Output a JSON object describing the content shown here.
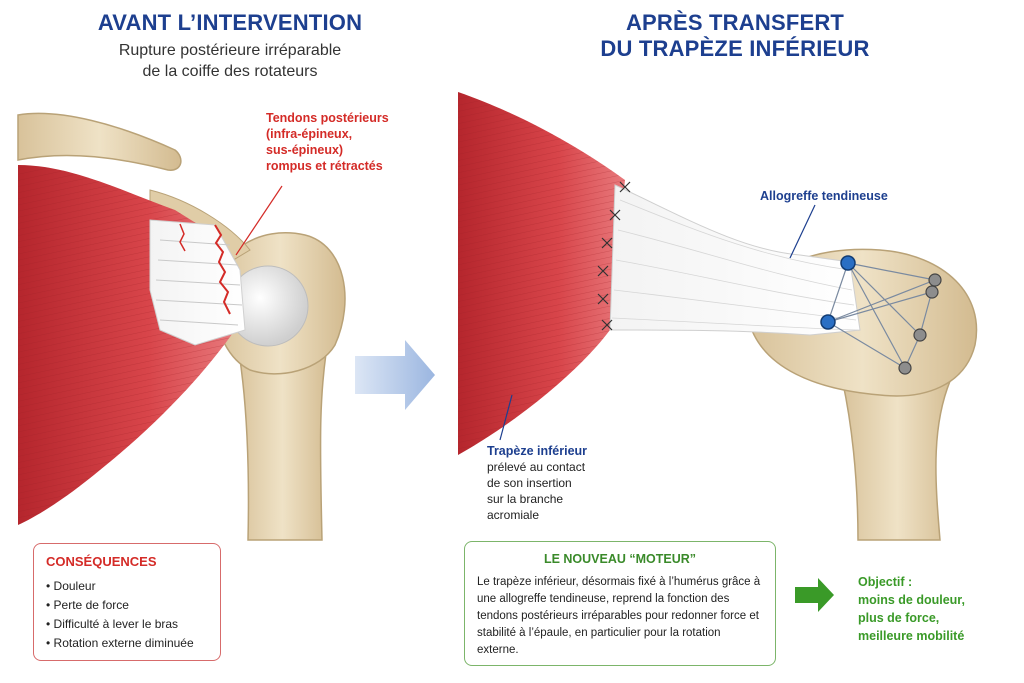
{
  "left": {
    "title": "AVANT L’INTERVENTION",
    "subtitle_line1": "Rupture postérieure irréparable",
    "subtitle_line2": "de la coiffe des rotateurs",
    "callout": [
      "Tendons postérieurs",
      "(infra-épineux,",
      "sus-épineux)",
      "rompus et rétractés"
    ]
  },
  "right": {
    "title_line1": "APRÈS TRANSFERT",
    "title_line2": "DU TRAPÈZE INFÉRIEUR",
    "allograft_label": "Allogreffe tendineuse",
    "trapezius_title": "Trapèze inférieur",
    "trapezius_note": [
      "prélevé au contact",
      "de son insertion",
      "sur la branche",
      "acromiale"
    ]
  },
  "consequences": {
    "heading": "CONSÉQUENCES",
    "items": [
      "Douleur",
      "Perte de force",
      "Difficulté à lever le bras",
      "Rotation externe diminuée"
    ]
  },
  "new_motor": {
    "heading": "LE NOUVEAU “MOTEUR”",
    "body": "Le trapèze inférieur, désormais fixé à l’humérus grâce à une allogreffe tendineuse, reprend la fonction des tendons postérieurs irréparables pour redonner force et stabilité à l’épaule, en particulier pour la rotation externe."
  },
  "goal": {
    "lines": [
      "Objectif :",
      "moins de douleur,",
      "plus de force,",
      "meilleure mobilité"
    ]
  },
  "colors": {
    "title_blue": "#1d3f8f",
    "alert_red": "#d42b27",
    "goal_green": "#3a9a28",
    "muscle_red": "#c8343a",
    "bone": "#e6d6b8"
  }
}
